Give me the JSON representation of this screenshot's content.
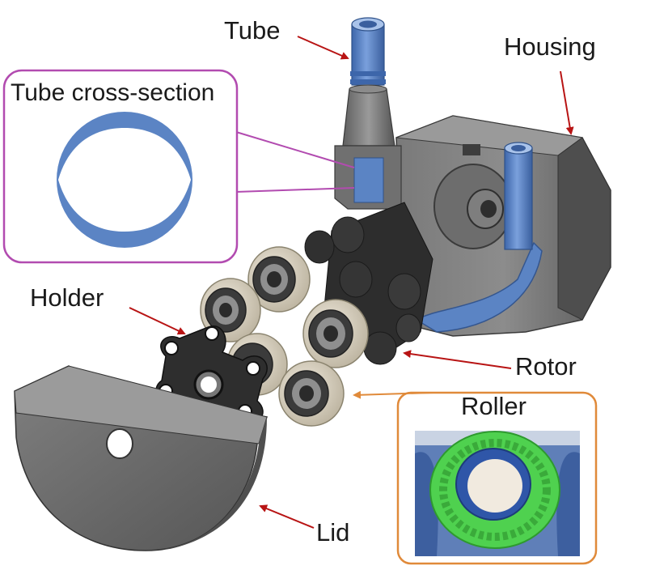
{
  "labels": {
    "tube": "Tube",
    "housing": "Housing",
    "tube_cross_section": "Tube cross-section",
    "holder": "Holder",
    "rotor": "Rotor",
    "roller": "Roller",
    "lid": "Lid"
  },
  "colors": {
    "tube_blue": "#5b84c4",
    "housing_gray": "#6b6b6b",
    "holder_black": "#2e2e2e",
    "roller_beige": "#d9d2c2",
    "inset_magenta_border": "#b24bb0",
    "inset_orange_border": "#e08a3a",
    "arrow_red": "#b81414",
    "printed_green": "#4fd14f"
  }
}
